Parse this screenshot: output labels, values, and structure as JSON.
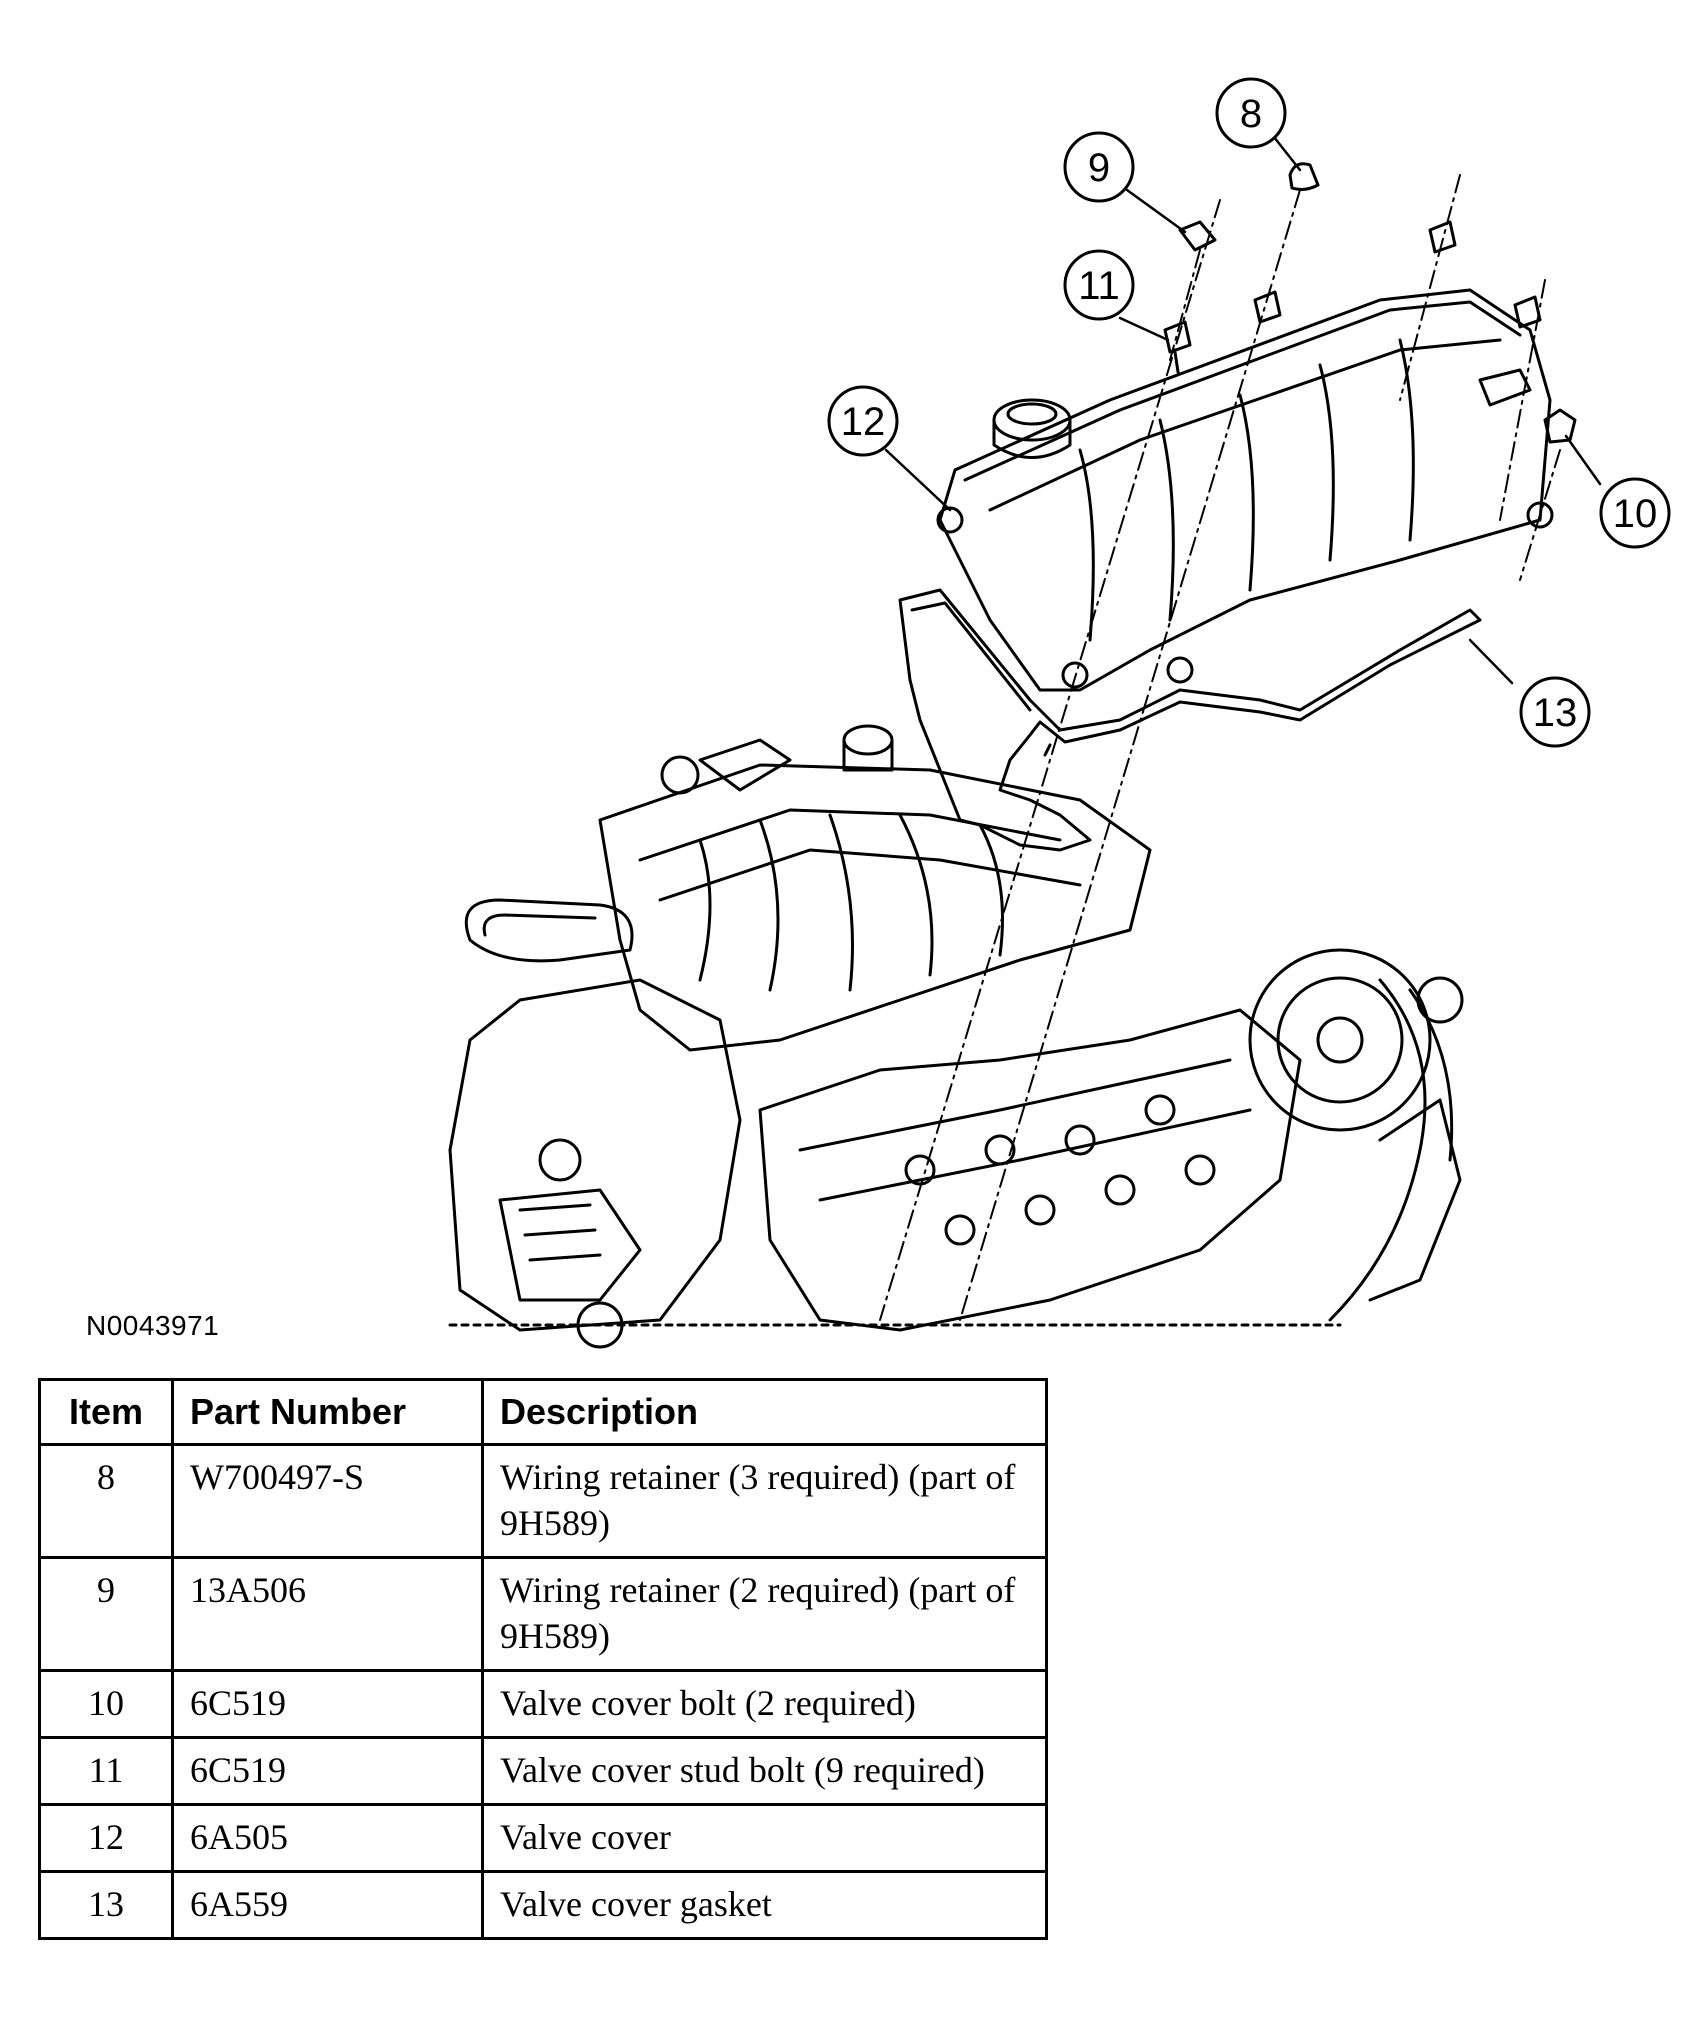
{
  "figure": {
    "id": "N0043971",
    "callouts": [
      "8",
      "9",
      "10",
      "11",
      "12",
      "13"
    ]
  },
  "table": {
    "headers": {
      "item": "Item",
      "part_number": "Part Number",
      "description": "Description"
    },
    "rows": [
      {
        "item": "8",
        "part_number": "W700497-S",
        "description": "Wiring retainer (3 required) (part of 9H589)"
      },
      {
        "item": "9",
        "part_number": "13A506",
        "description": "Wiring retainer (2 required) (part of 9H589)"
      },
      {
        "item": "10",
        "part_number": "6C519",
        "description": "Valve cover bolt (2 required)"
      },
      {
        "item": "11",
        "part_number": "6C519",
        "description": "Valve cover stud bolt (9 required)"
      },
      {
        "item": "12",
        "part_number": "6A505",
        "description": "Valve cover"
      },
      {
        "item": "13",
        "part_number": "6A559",
        "description": "Valve cover gasket"
      }
    ]
  }
}
